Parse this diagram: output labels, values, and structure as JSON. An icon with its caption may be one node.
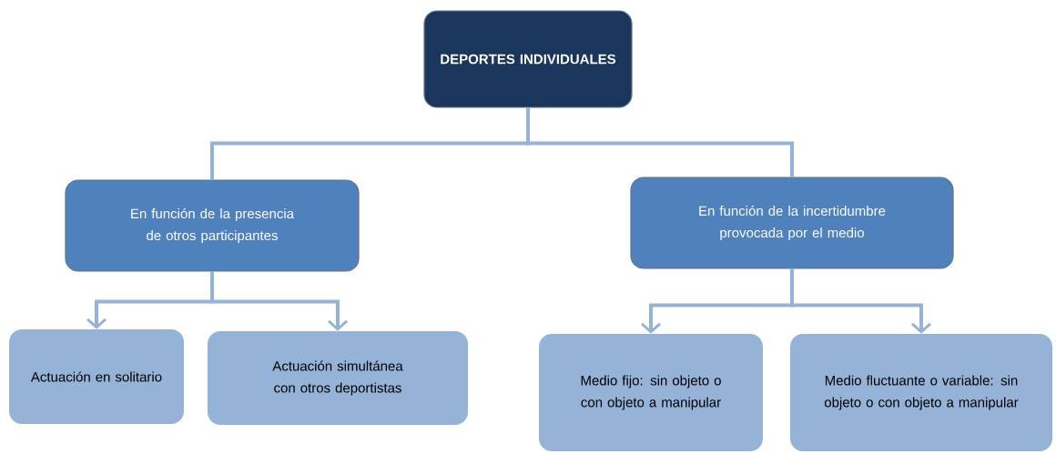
{
  "diagram": {
    "nodes": [
      {
        "text": [
          "DEPORTES INDIVIDUALES"
        ]
      },
      {
        "text": [
          "En función de la presencia de otros participantes"
        ]
      },
      {
        "text": [
          "En función de la incertidumbre provocada por el medio"
        ]
      },
      {
        "text": [
          "Actuación en solitario"
        ]
      },
      {
        "text": [
          "Actuación simultánea con otros deportistas"
        ]
      },
      {
        "text": [
          "Medio fijo: sin objeto o con objeto a manipular"
        ]
      },
      {
        "text": [
          "Medio fluctuante o variable: sin objeto o con objeto a manipular"
        ]
      }
    ],
    "edges": [
      {
        "from": 0,
        "to": 1,
        "arrow": "none"
      },
      {
        "from": 0,
        "to": 2,
        "arrow": "none"
      },
      {
        "from": 1,
        "to": 3,
        "arrow": "to"
      },
      {
        "from": 1,
        "to": 4,
        "arrow": "to"
      },
      {
        "from": 2,
        "to": 5,
        "arrow": "to"
      },
      {
        "from": 2,
        "to": 6,
        "arrow": "to"
      }
    ]
  }
}
